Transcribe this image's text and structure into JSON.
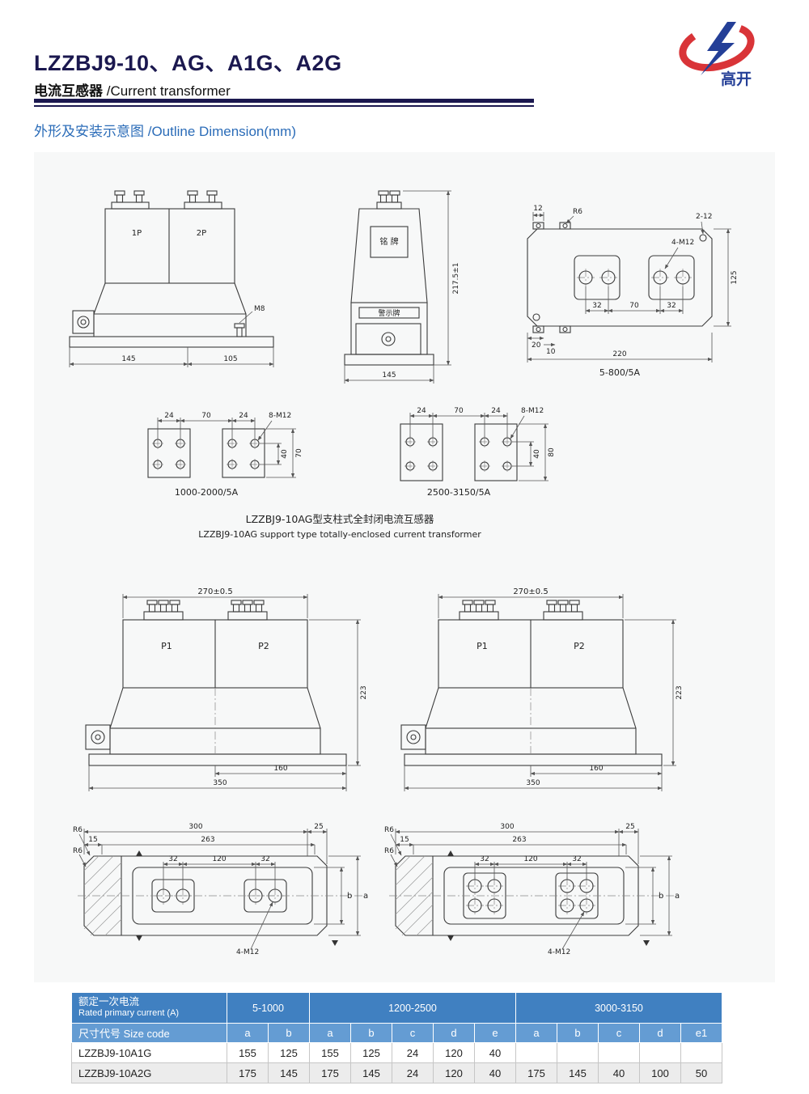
{
  "header": {
    "title": "LZZBJ9-10、AG、A1G、A2G",
    "subtitle_cn": "电流互感器",
    "subtitle_en": "/Current transformer",
    "logo_text": "高开"
  },
  "section": {
    "heading_cn": "外形及安装示意图",
    "heading_en": "/Outline Dimension(mm)"
  },
  "drawings": {
    "front1": {
      "terminal1": "1P",
      "terminal2": "2P",
      "bolt_note": "M8",
      "dim_left": "145",
      "dim_right": "105"
    },
    "side1": {
      "nameplate": "铭 牌",
      "warning_plate": "警示牌",
      "dim_height": "217.5±1",
      "dim_width": "145"
    },
    "top1": {
      "dim_tab": "12",
      "fillet_note": "R6",
      "hole_note": "2-12",
      "thread_note": "4-M12",
      "dim_height": "125",
      "dim_32": "32",
      "dim_70": "70",
      "dim_20": "20",
      "dim_10": "10",
      "dim_width": "220",
      "caption": "5-800/5A"
    },
    "holes1": {
      "dim_24": "24",
      "dim_70": "70",
      "thread_note": "8-M12",
      "dim_40": "40",
      "dim_height": "70",
      "caption": "1000-2000/5A"
    },
    "holes2": {
      "dim_24": "24",
      "dim_70": "70",
      "thread_note": "8-M12",
      "dim_40": "40",
      "dim_height": "80",
      "caption": "2500-3150/5A"
    },
    "mid_caption": {
      "cn": "LZZBJ9-10AG型支柱式全封闭电流互感器",
      "en": "LZZBJ9-10AG support type totally-enclosed current transformer"
    },
    "front2": {
      "dim_top": "270±0.5",
      "terminal1": "P1",
      "terminal2": "P2",
      "dim_height": "223",
      "dim_160": "160",
      "dim_350": "350"
    },
    "plate": {
      "fillet_note": "R6",
      "dim_300": "300",
      "dim_25": "25",
      "dim_15": "15",
      "dim_263": "263",
      "dim_32": "32",
      "dim_120": "120",
      "label_b": "b",
      "label_a": "a",
      "thread_note": "4-M12"
    }
  },
  "table": {
    "header_cn": "额定一次电流",
    "header_en": "Rated primary current (A)",
    "size_code_label": "尺寸代号 Size code",
    "groups": [
      {
        "label": "5-1000"
      },
      {
        "label": "1200-2500"
      },
      {
        "label": "3000-3150"
      }
    ],
    "size_cols": [
      "a",
      "b",
      "a",
      "b",
      "c",
      "d",
      "e",
      "a",
      "b",
      "c",
      "d",
      "e1"
    ],
    "rows": [
      {
        "model": "LZZBJ9-10A1G",
        "values": [
          "155",
          "125",
          "155",
          "125",
          "24",
          "120",
          "40",
          "",
          "",
          "",
          "",
          ""
        ]
      },
      {
        "model": "LZZBJ9-10A2G",
        "values": [
          "175",
          "145",
          "175",
          "145",
          "24",
          "120",
          "40",
          "175",
          "145",
          "40",
          "100",
          "50"
        ]
      }
    ]
  }
}
